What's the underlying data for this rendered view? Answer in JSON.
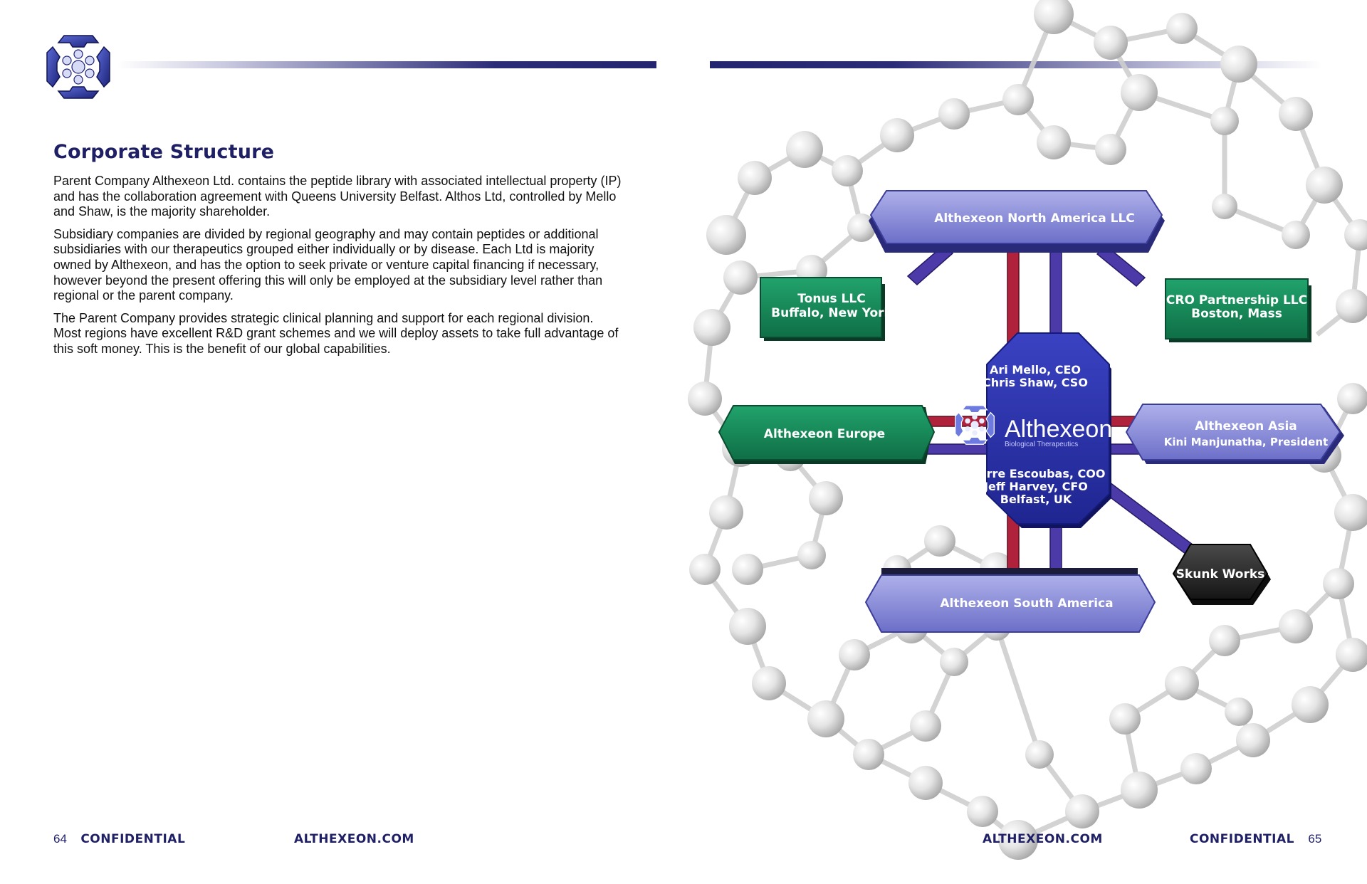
{
  "left_page": {
    "title": "Corporate Structure",
    "paragraphs": [
      "Parent Company Althexeon Ltd. contains the peptide library with associated intellectual property (IP) and has the collaboration agreement with Queens University Belfast. Althos Ltd, controlled by Mello and Shaw, is the majority shareholder.",
      "Subsidiary companies are divided by regional geography and may contain peptides or additional subsidiaries with our therapeutics grouped either individually or by disease. Each Ltd is majority owned by Althexeon, and has the option to seek private or venture capital financing if necessary, however beyond the present offering this will only be employed at the subsidiary level rather than regional or the parent company.",
      "The Parent Company provides strategic clinical planning and support for each regional division. Most regions have excellent R&D grant schemes and we will deploy assets to take full advantage of this soft money. This is the benefit of our global capabilities."
    ],
    "footer": {
      "page_number": "64",
      "confidential": "CONFIDENTIAL",
      "website": "ALTHEXEON.COM"
    }
  },
  "right_page": {
    "footer": {
      "page_number": "65",
      "confidential": "CONFIDENTIAL",
      "website": "ALTHEXEON.COM"
    }
  },
  "org_chart": {
    "center": {
      "top_lines": [
        "Ari Mello, CEO",
        "Chris Shaw, CSO"
      ],
      "brand": "Althexeon",
      "tagline": "Biological Therapeutics",
      "bottom_lines": [
        "Pierre Escoubas, COO",
        "Jeff Harvey, CFO",
        "Belfast, UK"
      ]
    },
    "north_america": "Althexeon North America LLC",
    "tonus": [
      "Tonus LLC",
      "Buffalo, New York"
    ],
    "cro": [
      "CRO Partnership LLC",
      "Boston, Mass"
    ],
    "europe": "Althexeon Europe",
    "asia": [
      "Althexeon Asia",
      "Kini Manjunatha, President"
    ],
    "south_america": "Althexeon South America",
    "skunk_works": "Skunk Works"
  },
  "colors": {
    "navy": "#1f1f66",
    "green_box": "#1a8a5c",
    "purple_box": "#8e8fd6",
    "center_blue": "#2a31a8",
    "red_connector": "#b0213c",
    "purple_connector": "#4b3aa8",
    "skunk": "#2a2a2a"
  }
}
